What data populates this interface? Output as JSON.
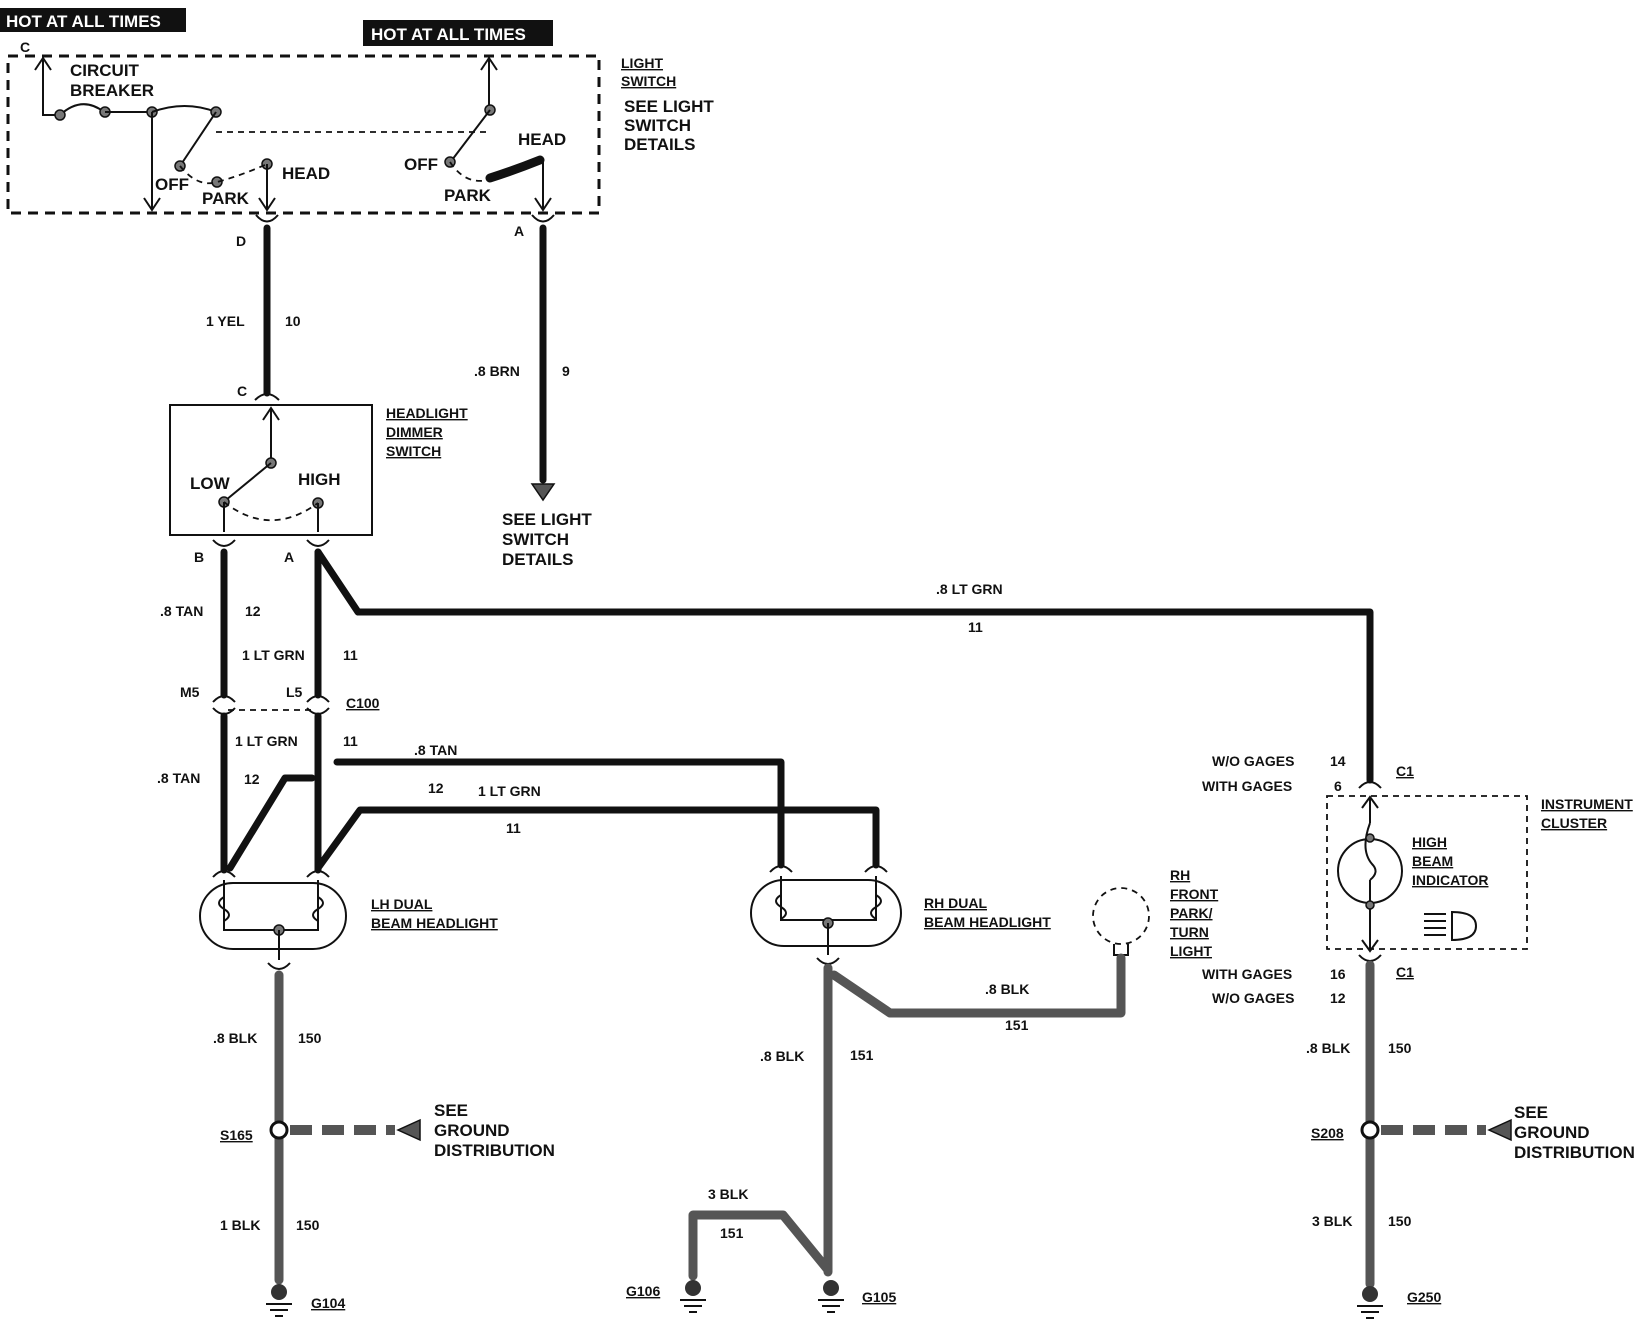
{
  "hot_labels": [
    "HOT AT ALL TIMES",
    "HOT AT ALL TIMES"
  ],
  "light_switch": {
    "title": [
      "LIGHT",
      "SWITCH"
    ],
    "note": [
      "SEE LIGHT",
      "SWITCH",
      "DETAILS"
    ],
    "circuit_breaker": [
      "CIRCUIT",
      "BREAKER"
    ],
    "left_positions": {
      "off": "OFF",
      "park": "PARK",
      "head": "HEAD"
    },
    "right_positions": {
      "off": "OFF",
      "park": "PARK",
      "head": "HEAD"
    },
    "pins": {
      "c": "C",
      "d": "D",
      "a": "A"
    }
  },
  "dimmer_switch": {
    "title": [
      "HEADLIGHT",
      "DIMMER",
      "SWITCH"
    ],
    "low": "LOW",
    "high": "HIGH",
    "pins": {
      "c": "C",
      "b": "B",
      "a": "A"
    }
  },
  "see_light_switch": [
    "SEE LIGHT",
    "SWITCH",
    "DETAILS"
  ],
  "connector": {
    "name": "C100",
    "m5": "M5",
    "l5": "L5"
  },
  "wires": {
    "w_1yel": "1 YEL",
    "c_10": "10",
    "w_8brn": ".8 BRN",
    "c_9": "9",
    "w_8tan_a": ".8 TAN",
    "c_12_a": "12",
    "w_1ltgrn_a": "1 LT GRN",
    "c_11_a": "11",
    "w_8ltgrn": ".8 LT GRN",
    "c_11_top": "11",
    "w_1ltgrn_b": "1 LT GRN",
    "c_11_b": "11",
    "w_8tan_b": ".8 TAN",
    "c_12_b": "12",
    "w_8tan_c": ".8 TAN",
    "c_12_c": "12",
    "w_1ltgrn_c": "1 LT GRN",
    "c_11_c": "11",
    "w_8blk_lh": ".8 BLK",
    "c_150_lh": "150",
    "w_1blk": "1 BLK",
    "c_150_lh2": "150",
    "w_8blk_rh": ".8 BLK",
    "c_151_rh": "151",
    "w_8blk_park": ".8 BLK",
    "c_151_park": "151",
    "w_3blk_g": "3 BLK",
    "c_151_g": "151",
    "w_8blk_ic": ".8 BLK",
    "c_150_ic": "150",
    "w_3blk_ic": "3 BLK",
    "c_150_ic2": "150"
  },
  "lh_headlight": [
    "LH DUAL",
    "BEAM HEADLIGHT"
  ],
  "rh_headlight": [
    "RH DUAL",
    "BEAM HEADLIGHT"
  ],
  "rh_park_turn": [
    "RH",
    "FRONT",
    "PARK/",
    "TURN",
    "LIGHT"
  ],
  "instrument_cluster": {
    "title": [
      "INSTRUMENT",
      "CLUSTER"
    ],
    "indicator": [
      "HIGH",
      "BEAM",
      "INDICATOR"
    ],
    "c1": "C1",
    "top_wo_gages": "W/O GAGES",
    "top_wo_num": "14",
    "top_with_gages": "WITH GAGES",
    "top_with_num": "6",
    "bot_with_gages": "WITH GAGES",
    "bot_with_num": "16",
    "bot_wo_gages": "W/O GAGES",
    "bot_wo_num": "12"
  },
  "splices": {
    "s165": "S165",
    "s208": "S208"
  },
  "see_ground": [
    "SEE",
    "GROUND",
    "DISTRIBUTION"
  ],
  "grounds": {
    "g104": "G104",
    "g106": "G106",
    "g105": "G105",
    "g250": "G250"
  }
}
